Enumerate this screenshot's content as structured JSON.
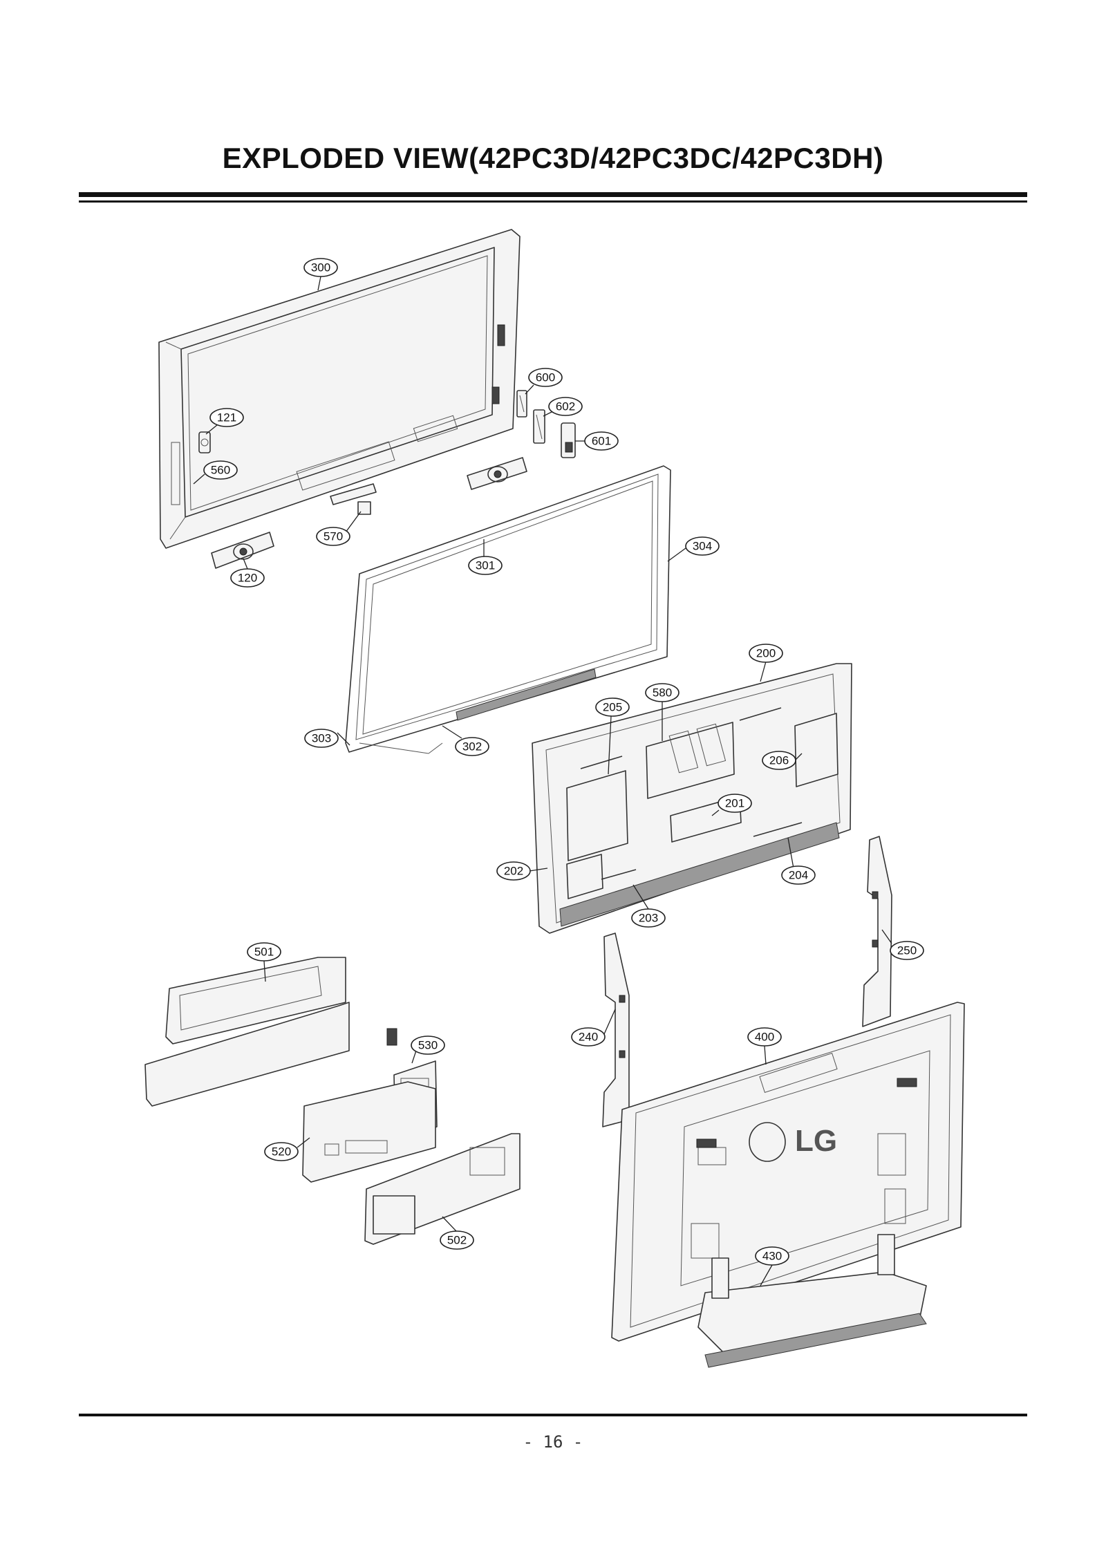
{
  "page": {
    "title": "EXPLODED VIEW(42PC3D/42PC3DC/42PC3DH)",
    "page_number": "- 16 -"
  },
  "diagram": {
    "logo_text": "LG",
    "callouts": {
      "c300": "300",
      "c600": "600",
      "c602": "602",
      "c601": "601",
      "c121": "121",
      "c560": "560",
      "c570": "570",
      "c120": "120",
      "c301": "301",
      "c304": "304",
      "c200": "200",
      "c580": "580",
      "c205": "205",
      "c206": "206",
      "c303": "303",
      "c302": "302",
      "c201": "201",
      "c202": "202",
      "c204": "204",
      "c203": "203",
      "c501": "501",
      "c250": "250",
      "c530": "530",
      "c240": "240",
      "c400": "400",
      "c520": "520",
      "c502": "502",
      "c430": "430"
    }
  }
}
